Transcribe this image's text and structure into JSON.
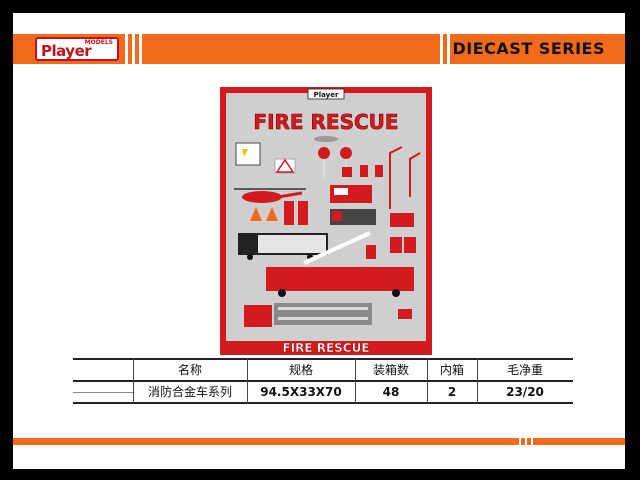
{
  "header": {
    "logo_small": "MODELS",
    "logo_main": "Player",
    "series_title": "DIECAST SERIES"
  },
  "package": {
    "brand": "Player",
    "top_title": "FIRE RESCUE",
    "bottom_title": "FIRE RESCUE"
  },
  "table": {
    "headers": [
      "名称",
      "规格",
      "装箱数",
      "内箱",
      "毛净重"
    ],
    "row": [
      "消防合金车系列",
      "94.5X33X70",
      "48",
      "2",
      "23/20"
    ]
  },
  "colors": {
    "orange": "#f26a1b",
    "red": "#d31b1f",
    "card_gray": "#c9c9c9"
  }
}
